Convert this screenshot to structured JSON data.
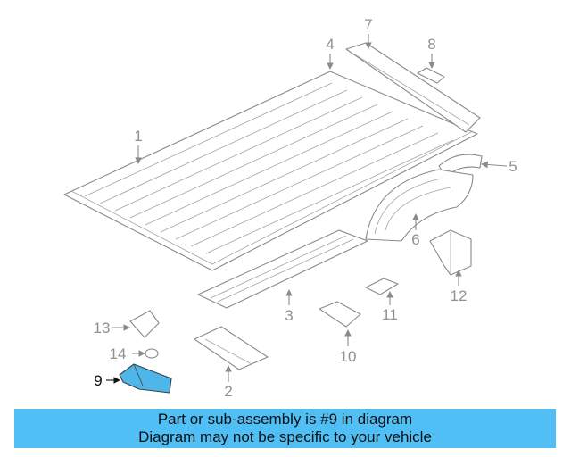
{
  "callouts": [
    "1",
    "2",
    "3",
    "4",
    "5",
    "6",
    "7",
    "8",
    "9",
    "10",
    "11",
    "12",
    "13",
    "14"
  ],
  "highlighted_part": "9",
  "banner": {
    "line1": "Part or sub-assembly is #9 in diagram",
    "line2": "Diagram may not be specific to your vehicle",
    "background": "#4fbff5"
  },
  "colors": {
    "highlight": "#4fb6ea",
    "line": "#8a8a8a"
  }
}
